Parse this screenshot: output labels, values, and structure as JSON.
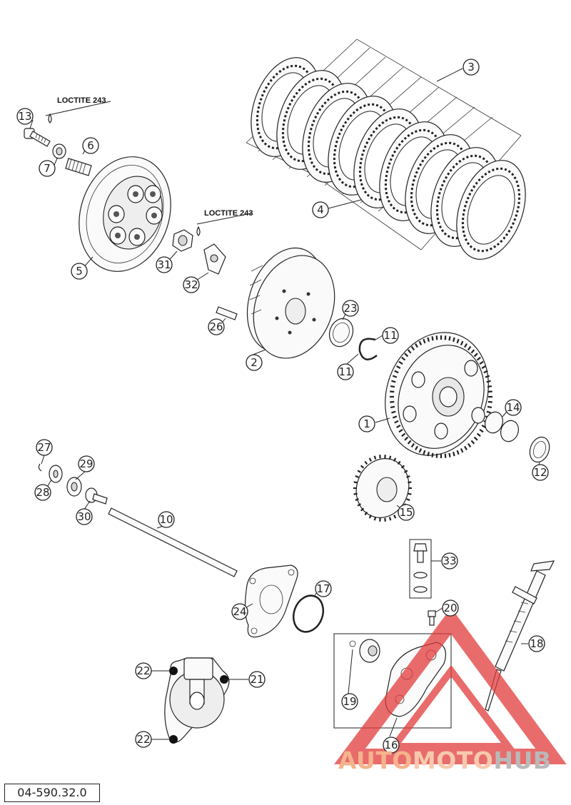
{
  "callouts": [
    {
      "id": "c1",
      "label": "1"
    },
    {
      "id": "c2",
      "label": "2"
    },
    {
      "id": "c3",
      "label": "3"
    },
    {
      "id": "c4",
      "label": "4"
    },
    {
      "id": "c5",
      "label": "5"
    },
    {
      "id": "c6",
      "label": "6"
    },
    {
      "id": "c7",
      "label": "7"
    },
    {
      "id": "c10",
      "label": "10"
    },
    {
      "id": "c11a",
      "label": "11"
    },
    {
      "id": "c11b",
      "label": "11"
    },
    {
      "id": "c12",
      "label": "12"
    },
    {
      "id": "c13",
      "label": "13"
    },
    {
      "id": "c14",
      "label": "14"
    },
    {
      "id": "c15",
      "label": "15"
    },
    {
      "id": "c16",
      "label": "16"
    },
    {
      "id": "c17",
      "label": "17"
    },
    {
      "id": "c18",
      "label": "18"
    },
    {
      "id": "c19",
      "label": "19"
    },
    {
      "id": "c20",
      "label": "20"
    },
    {
      "id": "c21",
      "label": "21"
    },
    {
      "id": "c22a",
      "label": "22"
    },
    {
      "id": "c22b",
      "label": "22"
    },
    {
      "id": "c23",
      "label": "23"
    },
    {
      "id": "c24",
      "label": "24"
    },
    {
      "id": "c26",
      "label": "26"
    },
    {
      "id": "c27",
      "label": "27"
    },
    {
      "id": "c28",
      "label": "28"
    },
    {
      "id": "c29",
      "label": "29"
    },
    {
      "id": "c30",
      "label": "30"
    },
    {
      "id": "c31",
      "label": "31"
    },
    {
      "id": "c32",
      "label": "32"
    },
    {
      "id": "c33",
      "label": "33"
    }
  ],
  "loctite_1": "LOCTITE 243",
  "loctite_2": "LOCTITE 243",
  "part_number": "04-590.32.0",
  "watermark": {
    "part1": "AUTO",
    "part2": "MOTO",
    "part3": "HUB"
  },
  "colors": {
    "watermark_red": "#e23b3b",
    "line": "#222222"
  }
}
